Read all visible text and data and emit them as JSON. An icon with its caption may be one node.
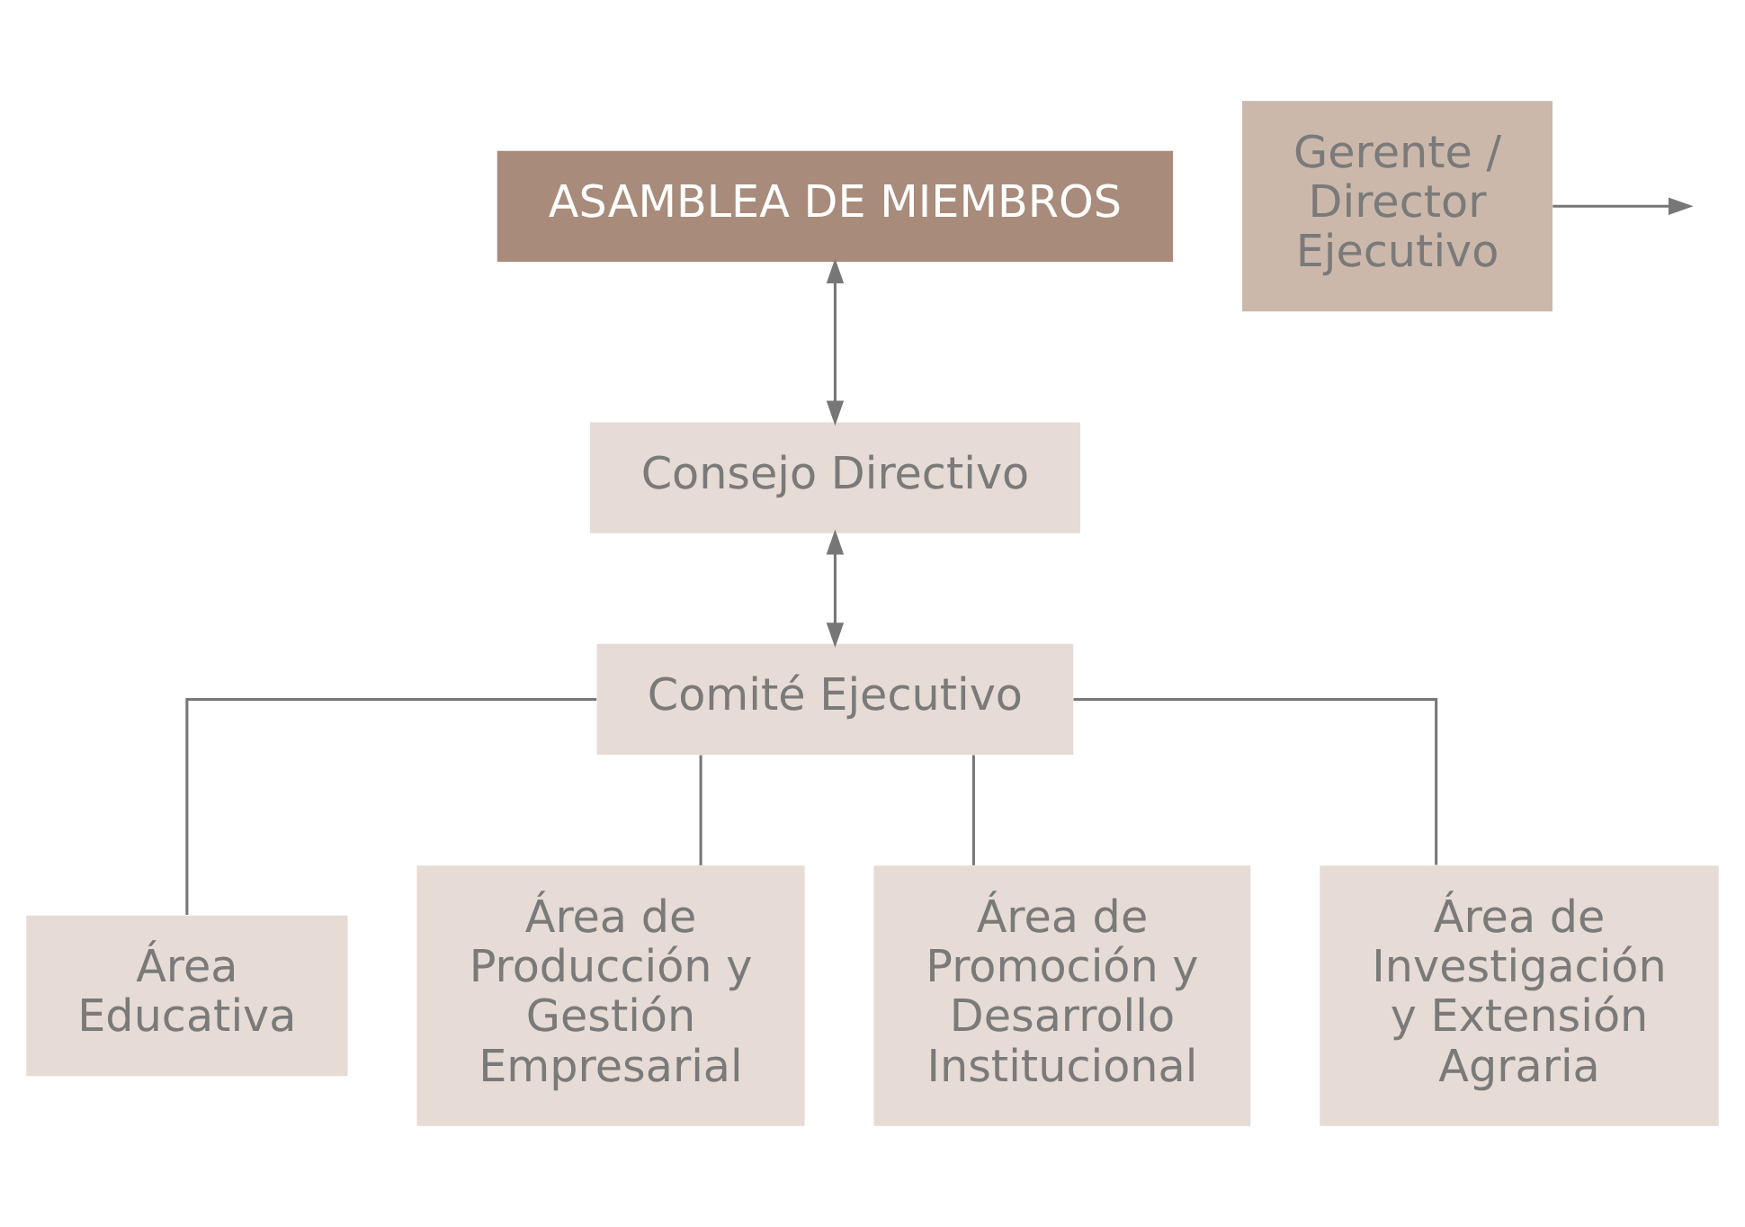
{
  "diagram": {
    "nodes": [
      {
        "text": [
          "ASAMBLEA DE MIEMBROS"
        ]
      },
      {
        "text": [
          "Consejo Directivo"
        ]
      },
      {
        "text": [
          "Gerente / Director Ejecutivo"
        ]
      },
      {
        "text": [
          "Comité Ejecutivo"
        ]
      },
      {
        "text": [
          "Área Educativa"
        ]
      },
      {
        "text": [
          "Área de Producción y Gestión Empresarial"
        ]
      },
      {
        "text": [
          "Área de Promoción y Desarrollo Institucional"
        ]
      },
      {
        "text": [
          "Área de Investigación y Extensión Agraria"
        ]
      }
    ],
    "edges": [
      {
        "from": 0,
        "to": 1,
        "arrow": "both"
      },
      {
        "from": 1,
        "to": 3,
        "arrow": "both"
      },
      {
        "from": 2,
        "to": null,
        "arrow": "to"
      },
      {
        "from": 3,
        "to": 4,
        "arrow": "none"
      },
      {
        "from": 3,
        "to": 5,
        "arrow": "none"
      },
      {
        "from": 3,
        "to": 6,
        "arrow": "none"
      },
      {
        "from": 3,
        "to": 7,
        "arrow": "none"
      }
    ]
  }
}
